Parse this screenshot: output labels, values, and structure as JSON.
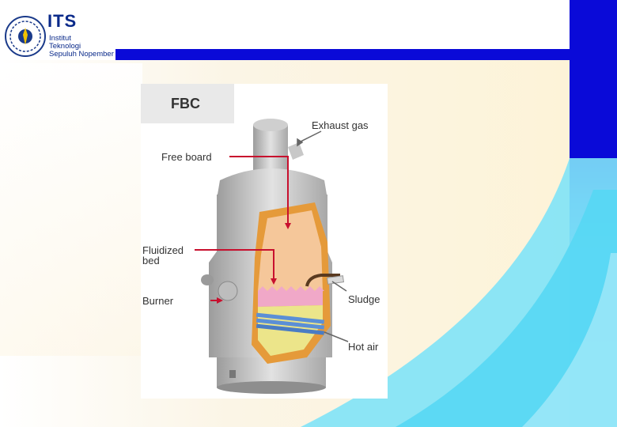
{
  "header": {
    "logo_title": "ITS",
    "logo_lines": [
      "Institut",
      "Teknologi",
      "Sepuluh Nopember"
    ]
  },
  "diagram": {
    "title": "FBC",
    "labels": {
      "exhaust_gas": "Exhaust gas",
      "free_board": "Free board",
      "fluidized_bed_1": "Fluidized",
      "fluidized_bed_2": "bed",
      "burner": "Burner",
      "sludge": "Sludge",
      "hot_air": "Hot air"
    }
  },
  "colors": {
    "header_bar": "#0a0ad8",
    "accent_cyan": "#4fd6f2",
    "arrow_red": "#c8102e",
    "shell_grey": "#c7c7c7",
    "lining_orange": "#e59a3a",
    "freeboard_fill": "#f5c79a",
    "bed_pink": "#f0a8c8",
    "bed_yellow": "#ece58a",
    "pipe_blue": "#5b8fd6"
  }
}
